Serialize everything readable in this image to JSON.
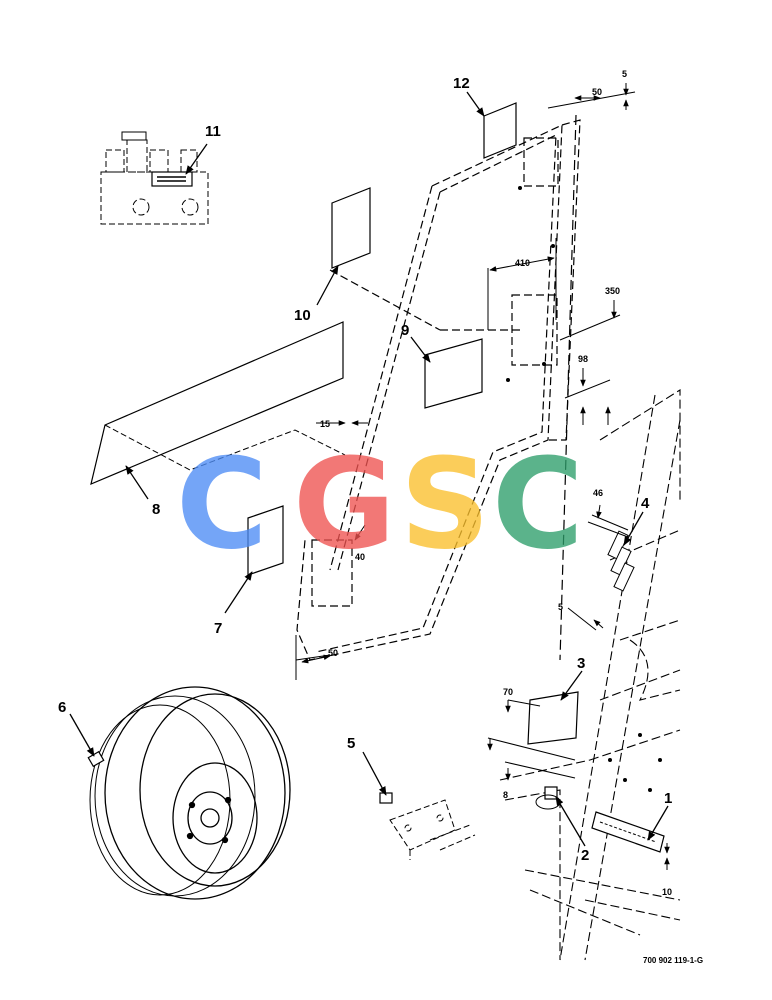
{
  "callouts": [
    "1",
    "2",
    "3",
    "4",
    "5",
    "6",
    "7",
    "8",
    "9",
    "10",
    "11",
    "12"
  ],
  "dimensions": [
    "5",
    "50",
    "410",
    "350",
    "98",
    "15",
    "46",
    "40",
    "5",
    "50",
    "70",
    "8",
    "10"
  ],
  "figure_id": "700 902 119-1-G",
  "watermark": {
    "letters": [
      "C",
      "G",
      "S",
      "C"
    ],
    "colors": [
      "#4e8cf5",
      "#ef5350",
      "#fbc02d",
      "#2e9e6b"
    ]
  }
}
